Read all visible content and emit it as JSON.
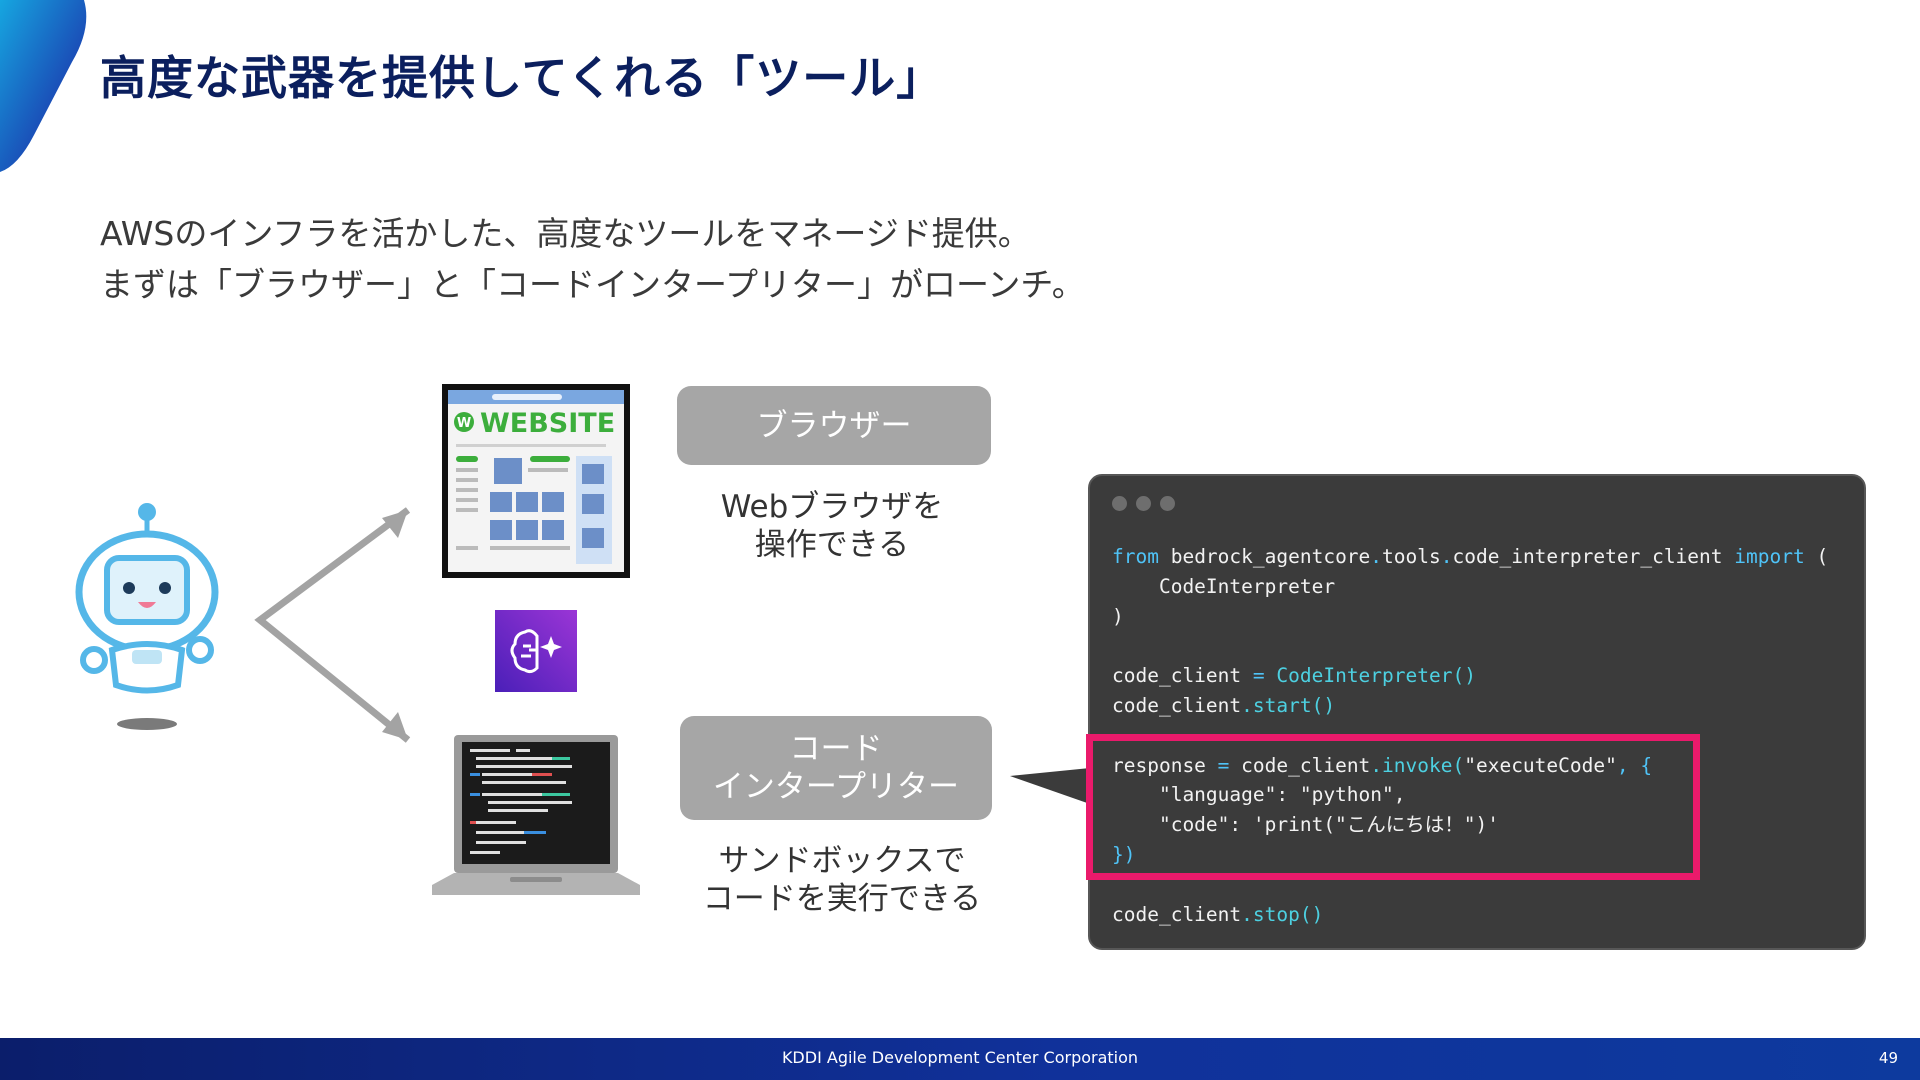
{
  "slide": {
    "title": "高度な武器を提供してくれる「ツール」",
    "lead_lines": [
      "AWSのインフラを活かした、高度なツールをマネージド提供。",
      "まずは「ブラウザー」と「コードインタープリター」がローンチ。"
    ]
  },
  "tools": {
    "browser": {
      "label": "ブラウザー",
      "site_text": "WEBSITE",
      "desc_lines": [
        "Webブラウザを",
        "操作できる"
      ]
    },
    "code_interpreter": {
      "label_lines": [
        "コード",
        "インタープリター"
      ],
      "desc_lines": [
        "サンドボックスで",
        "コードを実行できる"
      ]
    }
  },
  "code": {
    "line1": {
      "kw1": "from",
      "mod": " bedrock_agentcore",
      "d1": ".",
      "m2": "tools",
      "d2": ".",
      "m3": "code_interpreter_client ",
      "kw2": "import",
      "rest": " ("
    },
    "line2": "    CodeInterpreter",
    "line3": ")",
    "line4": {
      "a": "code_client ",
      "op": "=",
      "fn": " CodeInterpreter()"
    },
    "line5": {
      "a": "code_client",
      "fn": ".start()"
    },
    "line6": {
      "a": "response ",
      "op": "=",
      "b": " code_client",
      "fn": ".invoke(",
      "s": "\"executeCode\"",
      "c": ", {"
    },
    "line7": "    \"language\": \"python\",",
    "line8": "    \"code\": 'print(\"こんにちは！\")'",
    "line9": "})",
    "line10": {
      "a": "code_client",
      "fn": ".stop()"
    }
  },
  "footer": {
    "company": "KDDI Agile Development Center Corporation",
    "page_number": "49"
  },
  "colors": {
    "title": "#0b1f5e",
    "pill": "#a6a6a6",
    "highlight": "#ea1a6b",
    "code_bg": "#3b3b3b",
    "footer": "#10319a"
  }
}
